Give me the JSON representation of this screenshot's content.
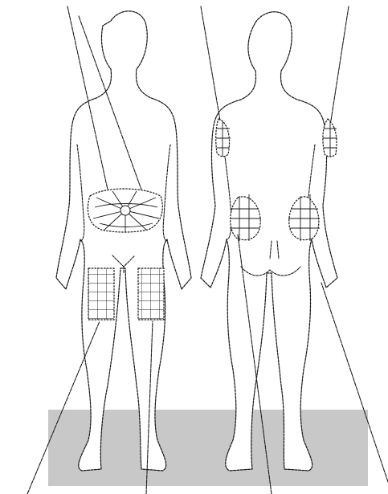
{
  "colors": {
    "background": "#ffffff",
    "line": "#1a1a1a",
    "floor_mat": "#c8c8c8"
  },
  "figures": [
    {
      "name": "front-figure",
      "zones": [
        "abdomen",
        "left-thigh",
        "right-thigh"
      ]
    },
    {
      "name": "back-figure",
      "zones": [
        "left-upper-arm",
        "right-upper-arm",
        "left-hip",
        "right-hip"
      ]
    }
  ]
}
